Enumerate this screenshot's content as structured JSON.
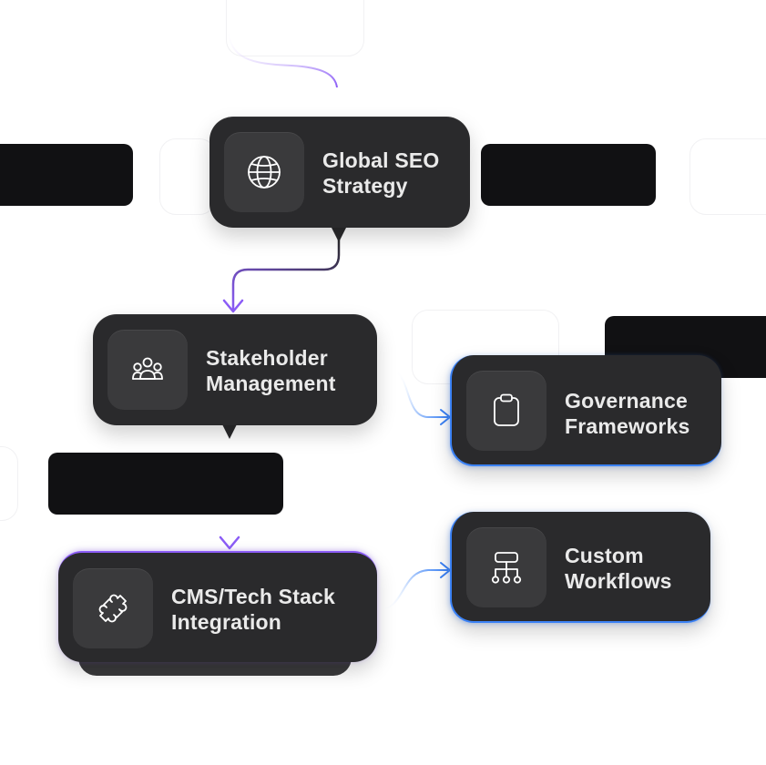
{
  "nodes": {
    "global_seo": {
      "line1": "Global SEO",
      "line2": "Strategy",
      "icon": "globe-icon"
    },
    "stakeholder": {
      "line1": "Stakeholder",
      "line2": "Management",
      "icon": "people-group-icon"
    },
    "governance": {
      "line1": "Governance",
      "line2": "Frameworks",
      "icon": "clipboard-icon"
    },
    "cms": {
      "line1": "CMS/Tech Stack",
      "line2": "Integration",
      "icon": "puzzle-icon"
    },
    "custom_workflows": {
      "line1": "Custom",
      "line2": "Workflows",
      "icon": "hierarchy-icon"
    }
  },
  "colors": {
    "node_bg": "#2a2a2c",
    "icon_bg": "#3a3a3c",
    "accent_purple": "#8b5cf6",
    "accent_blue": "#3b82f6",
    "dark_bar": "#111113"
  }
}
